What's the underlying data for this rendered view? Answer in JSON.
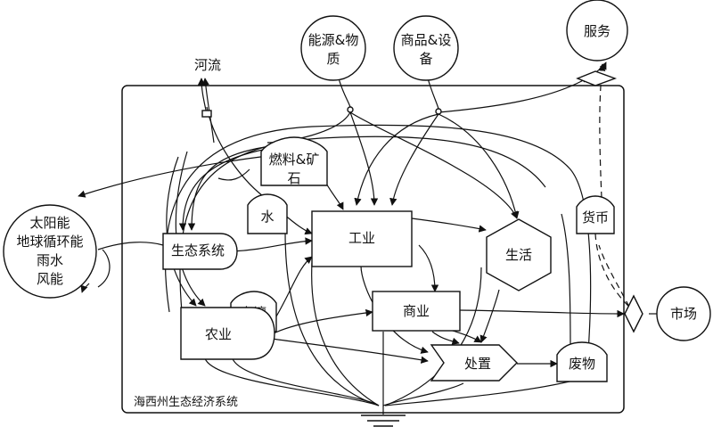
{
  "diagram": {
    "system_label": "海西州生态经济系统",
    "sources": {
      "natural_line1": "太阳能",
      "natural_line2": "地球循环能",
      "natural_line3": "雨水",
      "natural_line4": "风能",
      "energy_line1": "能源&物",
      "energy_line2": "质",
      "goods_line1": "商品&设",
      "goods_line2": "备",
      "services": "服务",
      "market": "市场"
    },
    "outside": {
      "river": "河流"
    },
    "storages": {
      "fuel_line1": "燃料&矿",
      "fuel_line2": "石",
      "water": "水",
      "soil": "土壤",
      "money": "货币",
      "waste": "废物"
    },
    "producers": {
      "ecosystem": "生态系统",
      "agriculture": "农业"
    },
    "components": {
      "industry": "工业",
      "commerce": "商业",
      "living": "生活",
      "disposal": "处置"
    }
  }
}
